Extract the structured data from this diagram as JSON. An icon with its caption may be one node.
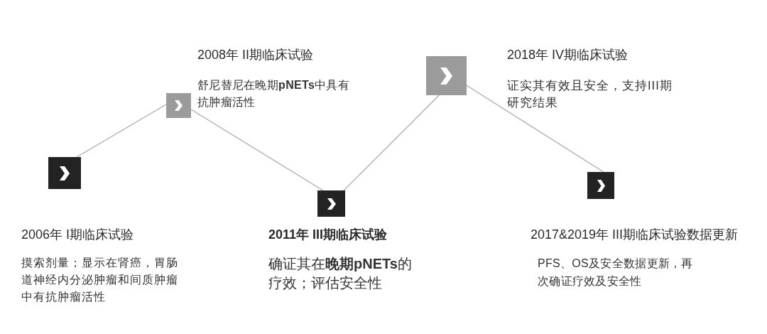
{
  "diagram": {
    "nodes": [
      {
        "text": [],
        "shape": "box",
        "beside": [
          "2006年 I期临床试验",
          "摸索剂量；显示在肾癌，胃肠道神经内分泌肿瘤和间质肿瘤中有抗肿瘤活性"
        ]
      },
      {
        "text": [],
        "shape": "box",
        "beside": [
          "2008年 II期临床试验",
          "舒尼替尼在晚期**pNETs**中具有抗肿瘤活性"
        ]
      },
      {
        "text": [],
        "shape": "box",
        "beside": [
          "2011年 III期临床试验",
          "确证其在**晚期pNETs**的疗效；评估安全性"
        ]
      },
      {
        "text": [],
        "shape": "box",
        "beside": [
          "2018年 IV期临床试验",
          "证实其有效且安全，支持III期研究结果"
        ]
      },
      {
        "text": [],
        "shape": "box",
        "beside": [
          "2017&2019年 III期临床试验数据更新",
          "PFS、OS及安全数据更新，再次确证疗效及安全性"
        ]
      }
    ],
    "edges": [
      {
        "from": 0,
        "to": 1,
        "arrow": "none"
      },
      {
        "from": 1,
        "to": 2,
        "arrow": "none"
      },
      {
        "from": 2,
        "to": 3,
        "arrow": "none"
      },
      {
        "from": 3,
        "to": 4,
        "arrow": "none"
      }
    ]
  }
}
